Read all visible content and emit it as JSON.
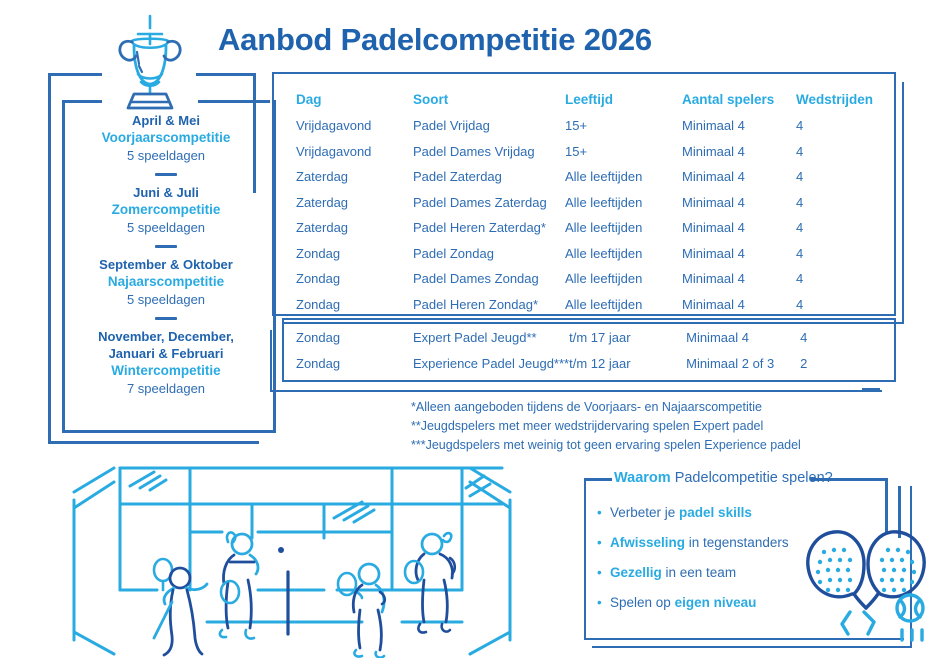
{
  "header": {
    "title": "Aanbod Padelcompetitie 2026",
    "trophy_icon": "trophy-icon"
  },
  "colors": {
    "dark_blue": "#1F63AE",
    "mid_blue": "#2E6DB4",
    "cyan": "#29ABE2"
  },
  "seasons": [
    {
      "months": "April & Mei",
      "name": "Voorjaarscompetitie",
      "days": "5 speeldagen"
    },
    {
      "months": "Juni & Juli",
      "name": "Zomercompetitie",
      "days": "5 speeldagen"
    },
    {
      "months": "September & Oktober",
      "name": "Najaarscompetitie",
      "days": "5 speeldagen"
    },
    {
      "months": "November, December,\nJanuari & Februari",
      "name": "Wintercompetitie",
      "days": "7 speeldagen"
    }
  ],
  "table": {
    "headers": [
      "Dag",
      "Soort",
      "Leeftijd",
      "Aantal spelers",
      "Wedstrijden"
    ],
    "rows": [
      [
        "Vrijdagavond",
        "Padel Vrijdag",
        "15+",
        "Minimaal 4",
        "4"
      ],
      [
        "Vrijdagavond",
        "Padel Dames Vrijdag",
        "15+",
        "Minimaal 4",
        "4"
      ],
      [
        "Zaterdag",
        "Padel Zaterdag",
        "Alle leeftijden",
        "Minimaal 4",
        "4"
      ],
      [
        "Zaterdag",
        "Padel Dames Zaterdag",
        "Alle leeftijden",
        "Minimaal 4",
        "4"
      ],
      [
        "Zaterdag",
        "Padel Heren Zaterdag*",
        "Alle leeftijden",
        "Minimaal 4",
        "4"
      ],
      [
        "Zondag",
        "Padel Zondag",
        "Alle leeftijden",
        "Minimaal 4",
        "4"
      ],
      [
        "Zondag",
        "Padel Dames Zondag",
        "Alle leeftijden",
        "Minimaal 4",
        "4"
      ],
      [
        "Zondag",
        "Padel Heren Zondag*",
        "Alle leeftijden",
        "Minimaal 4",
        "4"
      ]
    ]
  },
  "table_youth": {
    "rows": [
      [
        "Zondag",
        "Expert Padel Jeugd**",
        "t/m 17 jaar",
        "Minimaal 4",
        "4"
      ],
      [
        "Zondag",
        "Experience Padel Jeugd***",
        "t/m 12 jaar",
        "Minimaal 2 of 3",
        "2"
      ]
    ]
  },
  "footnotes": [
    "*Alleen aangeboden tijdens de Voorjaars- en Najaarscompetitie",
    "**Jeugdspelers met meer wedstrijdervaring spelen Expert padel",
    "***Jeugdspelers met weinig tot geen ervaring spelen Experience padel"
  ],
  "why": {
    "title_accent": "Waarom",
    "title_rest": " Padelcompetitie spelen?",
    "items": [
      {
        "pre": "Verbeter je ",
        "accent": "padel skills",
        "post": ""
      },
      {
        "pre": "",
        "accent": "Afwisseling",
        "post": " in tegenstanders"
      },
      {
        "pre": "",
        "accent": "Gezellig",
        "post": " in een team"
      },
      {
        "pre": "Spelen op ",
        "accent": "eigen niveau",
        "post": ""
      }
    ],
    "rackets_icon": "padel-rackets-icon"
  },
  "illustration": {
    "court_icon": "padel-court-illustration",
    "players": 4
  }
}
